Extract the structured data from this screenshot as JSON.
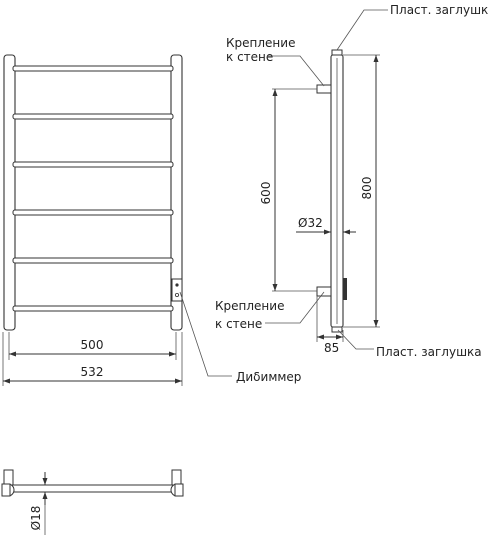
{
  "labels": {
    "top_plug": "Пласт. заглушка",
    "bottom_plug": "Пласт. заглушка",
    "mount_top_line1": "Крепление",
    "mount_top_line2": "к стене",
    "mount_bottom_line1": "Крепление",
    "mount_bottom_line2": "к стене",
    "dimmer": "Диδиммер"
  },
  "dimensions": {
    "width_inner": "500",
    "width_outer": "532",
    "height_mount": "600",
    "height_total": "800",
    "diameter_rail": "Ø32",
    "depth": "85",
    "diameter_bar": "Ø18"
  }
}
